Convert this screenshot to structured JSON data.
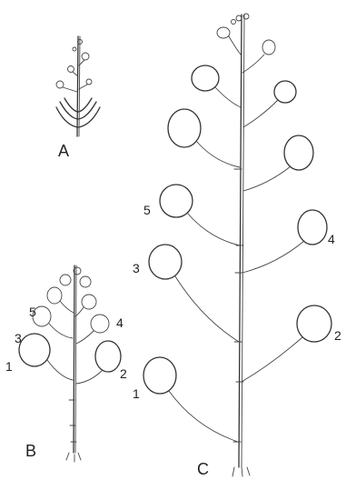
{
  "figure": {
    "panels": [
      {
        "id": "A",
        "label": "A"
      },
      {
        "id": "B",
        "label": "B",
        "numbers": [
          "1",
          "2",
          "3",
          "4",
          "5"
        ]
      },
      {
        "id": "C",
        "label": "C",
        "numbers": [
          "1",
          "2",
          "3",
          "4",
          "5"
        ]
      }
    ]
  }
}
